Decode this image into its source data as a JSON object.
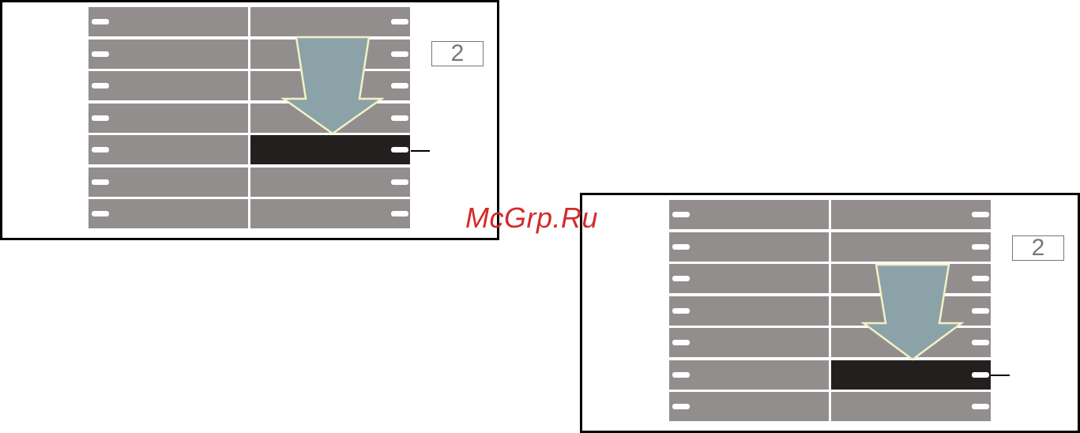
{
  "panels": [
    {
      "page_number": "2",
      "rows": 7,
      "selected_row": 5,
      "arrow": "down-arrow"
    },
    {
      "page_number": "2",
      "rows": 7,
      "selected_row": 6,
      "arrow": "down-arrow"
    }
  ],
  "colors": {
    "cell": "#938e8e",
    "selected_cell": "#231f1f",
    "arrow_fill": "#8ba3a8",
    "arrow_stroke": "#f3f1c4",
    "watermark": "#d42a2a"
  },
  "watermark": "McGrp.Ru"
}
